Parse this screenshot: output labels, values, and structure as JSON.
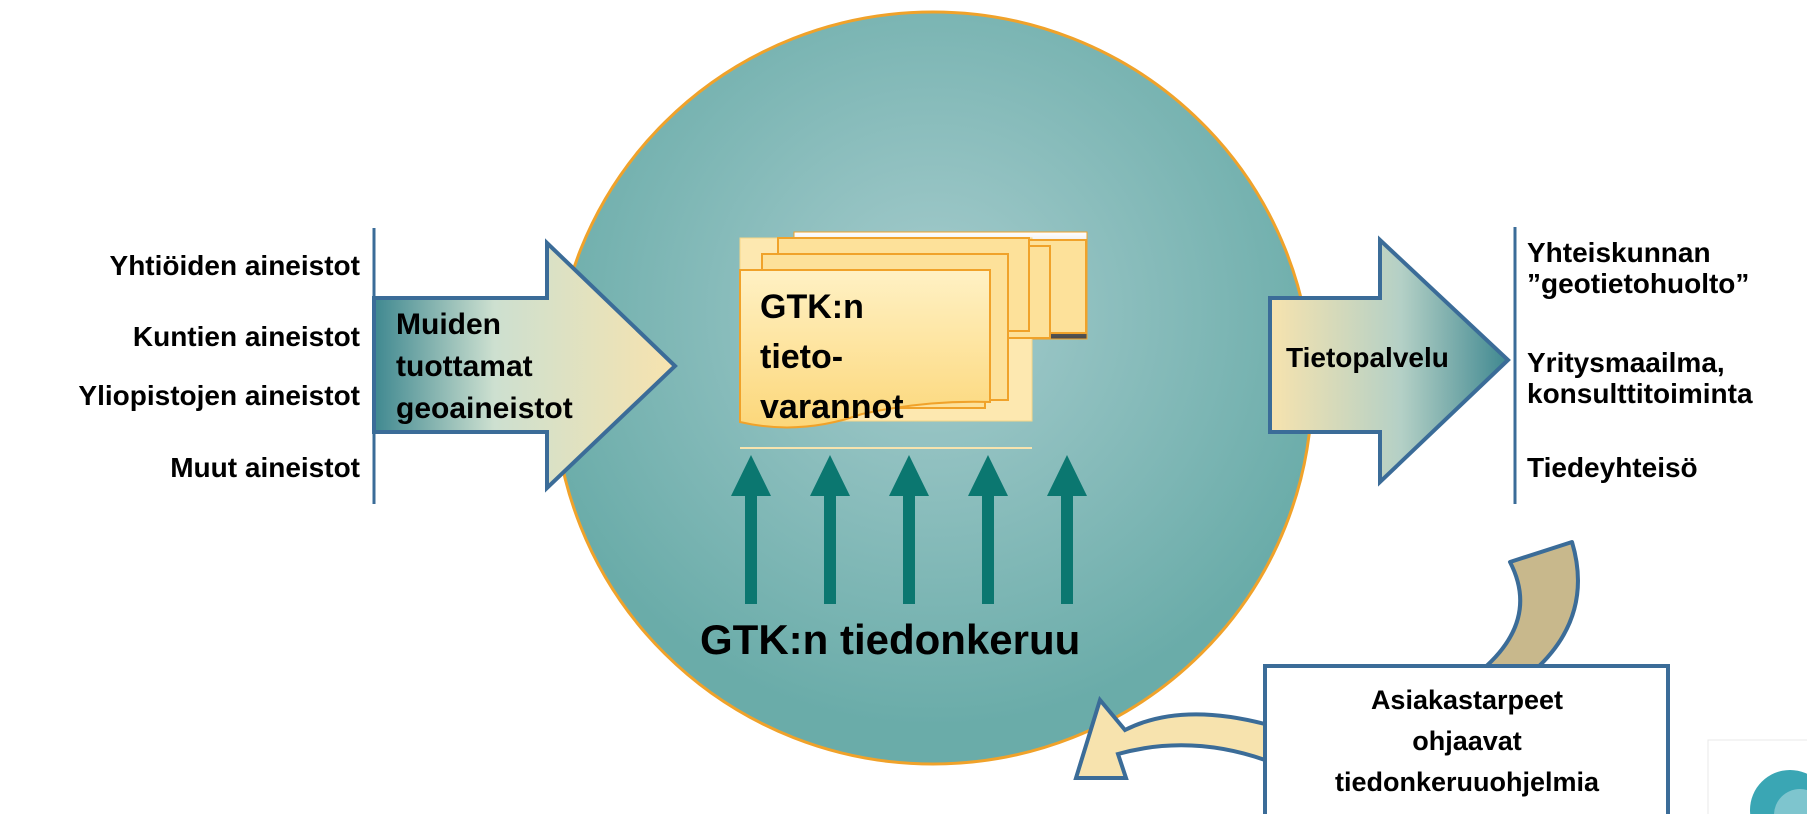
{
  "sources": {
    "items": [
      "Yhtiöiden aineistot",
      "Kuntien aineistot",
      "Yliopistojen aineistot",
      "Muut aineistot"
    ],
    "arrow_label": [
      "Muiden",
      "tuottamat",
      "geoaineistot"
    ]
  },
  "center": {
    "documents_label": [
      "GTK:n",
      "tieto-",
      "varannot"
    ],
    "collection_label": "GTK:n tiedonkeruu"
  },
  "output": {
    "arrow_label": "Tietopalvelu",
    "items": [
      "Yhteiskunnan",
      "”geotietohuolto”",
      "Yritysmaailma,",
      "konsulttitoiminta",
      "Tiedeyhteisö"
    ]
  },
  "feedback": {
    "label": [
      "Asiakastarpeet",
      "ohjaavat",
      "tiedonkeruuohjelmia"
    ]
  },
  "colors": {
    "circle_fill": "#6aaca9",
    "circle_highlight": "#a6cccd",
    "circle_border": "#f0a22a",
    "arrow_border": "#3b6c98",
    "arrow_light": "#f7e3ae",
    "upward_arrows": "#0b7770",
    "feedback_arrow": "#c8b88c",
    "document_fill": "#fde19a",
    "document_border": "#f0a22a"
  }
}
